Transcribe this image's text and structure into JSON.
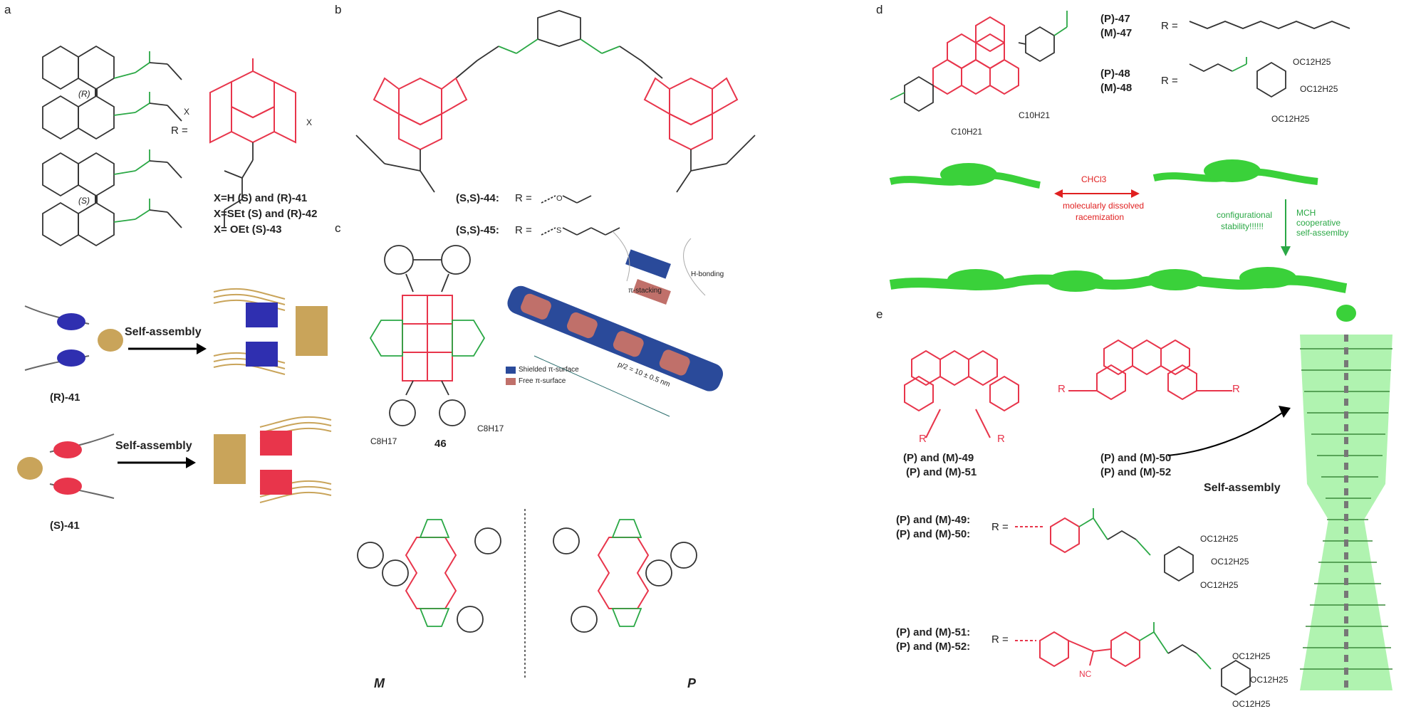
{
  "colors": {
    "red": "#e8354b",
    "green": "#2aa845",
    "blue": "#2f2fb0",
    "tan": "#c9a45a",
    "arrow_red": "#e02020",
    "arrow_green": "#2aa845"
  },
  "panels": {
    "a": {
      "label": "a",
      "r_eq": "R =",
      "stereo_R": "(R)",
      "stereo_S": "(S)",
      "compounds": [
        "X=H     (S) and (R)-41",
        "X=SEt   (S) and (R)-42",
        "X= OEt  (S)-43"
      ],
      "x_sub": "X",
      "self_assembly_1": "Self-assembly",
      "self_assembly_2": "Self-assembly",
      "name_R41": "(R)-41",
      "name_S41": "(S)-41"
    },
    "b": {
      "label": "b",
      "cmpd44": "(S,S)-44:",
      "r44": "R =",
      "cmpd45": "(S,S)-45:",
      "r45": "R ="
    },
    "c": {
      "label": "c",
      "cmpd46": "46",
      "c8h17": "C8H17",
      "pitch": "p/2 = 10 ± 0.5 nm",
      "legend_shielded": "Shielded π-surface",
      "legend_free": "Free π-surface",
      "hbonding": "H-bonding",
      "pistacking": "π-stacking",
      "m_label": "M",
      "p_label": "P"
    },
    "d": {
      "label": "d",
      "p47": "(P)-47",
      "m47": "(M)-47",
      "p48": "(P)-48",
      "m48": "(M)-48",
      "r_eq": "R =",
      "c10h21_a": "C10H21",
      "c10h21_b": "C10H21",
      "oc12": "OC12H25",
      "chcl3": "CHCl3",
      "dissolved": "molecularly dissolved",
      "racemization": "racemization",
      "config": "configurational",
      "stability": "stability!!!!!!",
      "mch": "MCH",
      "cooperative": "cooperative",
      "selfasm": "self-assemlby"
    },
    "e": {
      "label": "e",
      "c49": "(P) and (M)-49",
      "c51": "(P) and (M)-51",
      "c50": "(P) and (M)-50",
      "c52": "(P) and (M)-52",
      "selfasm": "Self-assembly",
      "r_4950a": "(P) and (M)-49:",
      "r_4950b": "(P) and (M)-50:",
      "r_5152a": "(P) and (M)-51:",
      "r_5152b": "(P) and (M)-52:",
      "r_eq": "R =",
      "nc": "NC",
      "oc12": "OC12H25"
    }
  }
}
